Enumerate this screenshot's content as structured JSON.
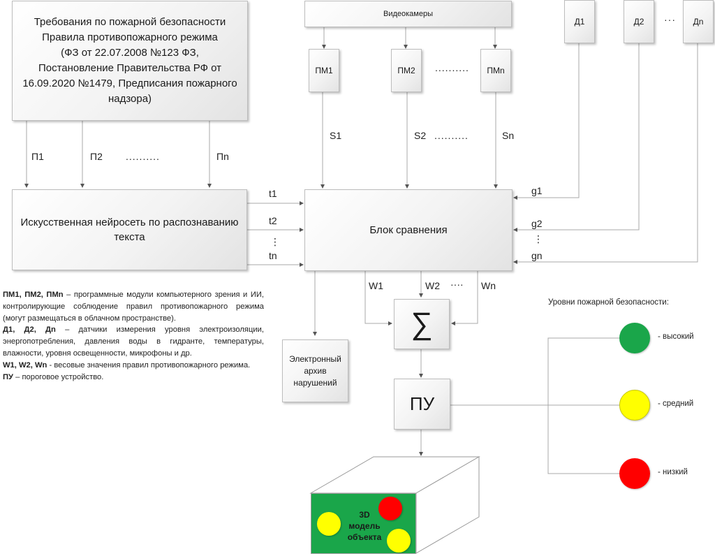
{
  "requirements_box": {
    "lines": [
      "Требования по пожарной безопасности",
      "Правила противопожарного режима",
      "(ФЗ от 22.07.2008 №123 ФЗ,",
      "Постановление Правительства РФ от",
      "16.09.2020 №1479, Предписания пожарного",
      "надзора)"
    ]
  },
  "cameras_box": {
    "label": "Видеокамеры"
  },
  "modules": [
    {
      "label": "ПМ1"
    },
    {
      "label": "ПМ2"
    },
    {
      "label": "ПМn"
    }
  ],
  "modules_ellipsis": "..........",
  "sensors": [
    {
      "label": "Д1"
    },
    {
      "label": "Д2"
    },
    {
      "label": "Дn"
    }
  ],
  "sensors_ellipsis": "···",
  "rule_signals": {
    "labels": [
      "П1",
      "П2",
      "Пn"
    ],
    "ellipsis": ".........."
  },
  "module_signals": {
    "labels": [
      "S1",
      "S2",
      "Sn"
    ],
    "ellipsis": ".........."
  },
  "nn_box": {
    "label": "Искусственная нейросеть по распознаванию текста"
  },
  "text_signals": {
    "labels": [
      "t1",
      "t2",
      "tn"
    ],
    "ellipsis": "⋮"
  },
  "sensor_signals": {
    "labels": [
      "g1",
      "g2",
      "gn"
    ],
    "ellipsis": "⋮"
  },
  "compare_box": {
    "label": "Блок сравнения"
  },
  "weights": {
    "labels": [
      "W1",
      "W2",
      "Wn"
    ],
    "ellipsis": "····"
  },
  "sum_box": {
    "label": "∑"
  },
  "archive_box": {
    "label": "Электронный архив нарушений"
  },
  "threshold_box": {
    "label": "ПУ"
  },
  "model_3d": {
    "label_lines": [
      "3D",
      "модель",
      "объекта"
    ],
    "face_color": "#1aa64a"
  },
  "legend": {
    "items": [
      {
        "term": "ПМ1, ПМ2, ПМn",
        "text": " – программные модули компьютерного зрения и ИИ, контролирующие соблюдение правил противопожарного режима (могут размещаться в облачном пространстве)."
      },
      {
        "term": "Д1, Д2, Дn",
        "text": " – датчики измерения уровня электроизоляции, энергопотребления, давления воды в гидранте, температуры, влажности, уровня освещенности, микрофоны и др."
      },
      {
        "term": "W1, W2, Wn",
        "text": " - весовые значения правил противопожарного режима."
      },
      {
        "term": "ПУ",
        "text": " – пороговое устройство."
      }
    ]
  },
  "safety_levels": {
    "title": "Уровни пожарной безопасности:",
    "levels": [
      {
        "label": "- высокий",
        "color": "#1aa64a"
      },
      {
        "label": "- средний",
        "color": "#ffff00"
      },
      {
        "label": "- низкий",
        "color": "#ff0000"
      }
    ]
  }
}
